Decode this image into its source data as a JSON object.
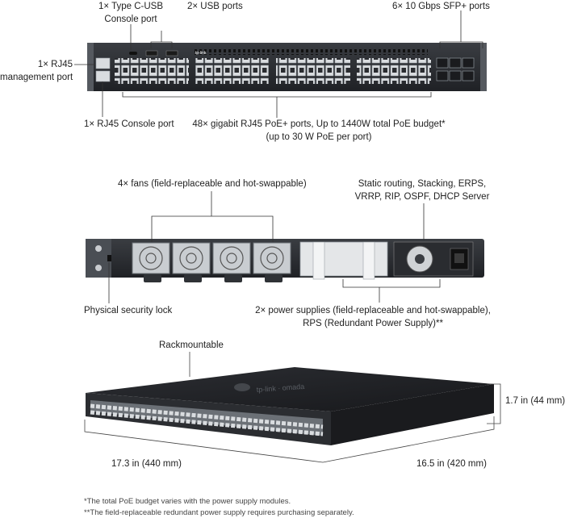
{
  "front_panel": {
    "type_c_console": [
      "1× Type C-USB",
      "Console port"
    ],
    "usb_ports": "2× USB ports",
    "sfp_ports": "6× 10 Gbps SFP+ ports",
    "rj45_management": [
      "1× RJ45",
      "management port"
    ],
    "rj45_console": "1× RJ45 Console port",
    "poe_ports": [
      "48× gigabit RJ45 PoE+ ports, Up to 1440W total PoE budget*",
      "(up to 30 W PoE per port)"
    ],
    "brand_mark": "tp-link"
  },
  "rear_panel": {
    "fans": "4× fans (field-replaceable and hot-swappable)",
    "software": [
      "Static routing, Stacking, ERPS,",
      "VRRP, RIP, OSPF, DHCP Server"
    ],
    "security_lock": "Physical security lock",
    "power_supplies": [
      "2× power supplies (field-replaceable and hot-swappable),",
      "RPS (Redundant Power Supply)**"
    ]
  },
  "dimensions": {
    "rackmount": "Rackmountable",
    "height": "1.7 in (44 mm)",
    "width": "17.3 in (440 mm)",
    "depth": "16.5 in (420 mm)"
  },
  "footnotes": [
    "*The total PoE budget varies with the power supply modules.",
    "**The field-replaceable redundant power supply requires purchasing separately."
  ]
}
